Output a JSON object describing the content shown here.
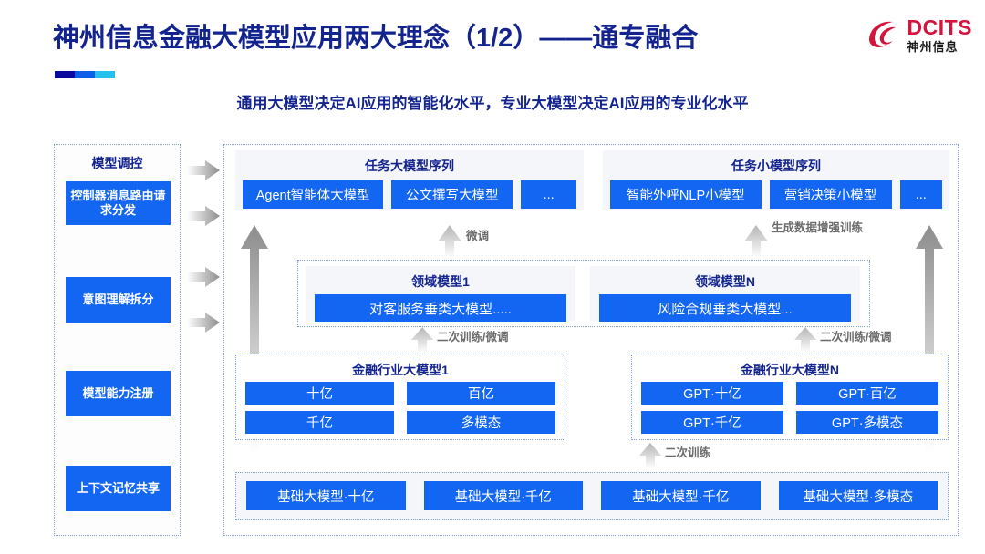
{
  "header": {
    "title": "神州信息金融大模型应用两大理念（1/2）——通专融合",
    "subtitle": "通用大模型决定AI应用的智能化水平，专业大模型决定AI应用的专业化水平",
    "logo_en": "DCITS",
    "logo_cn": "神州信息",
    "accent_colors": [
      "#0a0a9c",
      "#0b5fe8",
      "#26c0ee"
    ],
    "title_color": "#13248f",
    "brand_red": "#d4143c",
    "chip_blue": "#1266f1"
  },
  "sidebar": {
    "title": "模型调控",
    "items": [
      {
        "label": "控制器消息路由请求分发"
      },
      {
        "label": "意图理解拆分"
      },
      {
        "label": "模型能力注册"
      },
      {
        "label": "上下文记忆共享"
      }
    ]
  },
  "arrows": {
    "sidebar_arrow_icon": "arrow-right-icon",
    "up_arrow_icon": "arrow-up-icon",
    "labels": {
      "fine_tune": "微调",
      "gen_data_aug": "生成数据增强训练",
      "retrain_finetune": "二次训练/微调",
      "retrain": "二次训练"
    }
  },
  "task_groups": [
    {
      "title": "任务大模型序列",
      "chips": [
        "Agent智能体大模型",
        "公文撰写大模型",
        "..."
      ]
    },
    {
      "title": "任务小模型序列",
      "chips": [
        "智能外呼NLP小模型",
        "营销决策小模型",
        "..."
      ]
    }
  ],
  "domain_models": [
    {
      "title": "领域模型1",
      "item": "对客服务垂类大模型....."
    },
    {
      "title": "领域模型N",
      "item": "风险合规垂类大模型..."
    }
  ],
  "industry_models": [
    {
      "title": "金融行业大模型1",
      "cells": [
        "十亿",
        "百亿",
        "千亿",
        "多模态"
      ]
    },
    {
      "title": "金融行业大模型N",
      "cells": [
        "GPT·十亿",
        "GPT·百亿",
        "GPT·千亿",
        "GPT·多模态"
      ]
    }
  ],
  "base_models": [
    "基础大模型·十亿",
    "基础大模型·千亿",
    "基础大模型·千亿",
    "基础大模型·多模态"
  ]
}
